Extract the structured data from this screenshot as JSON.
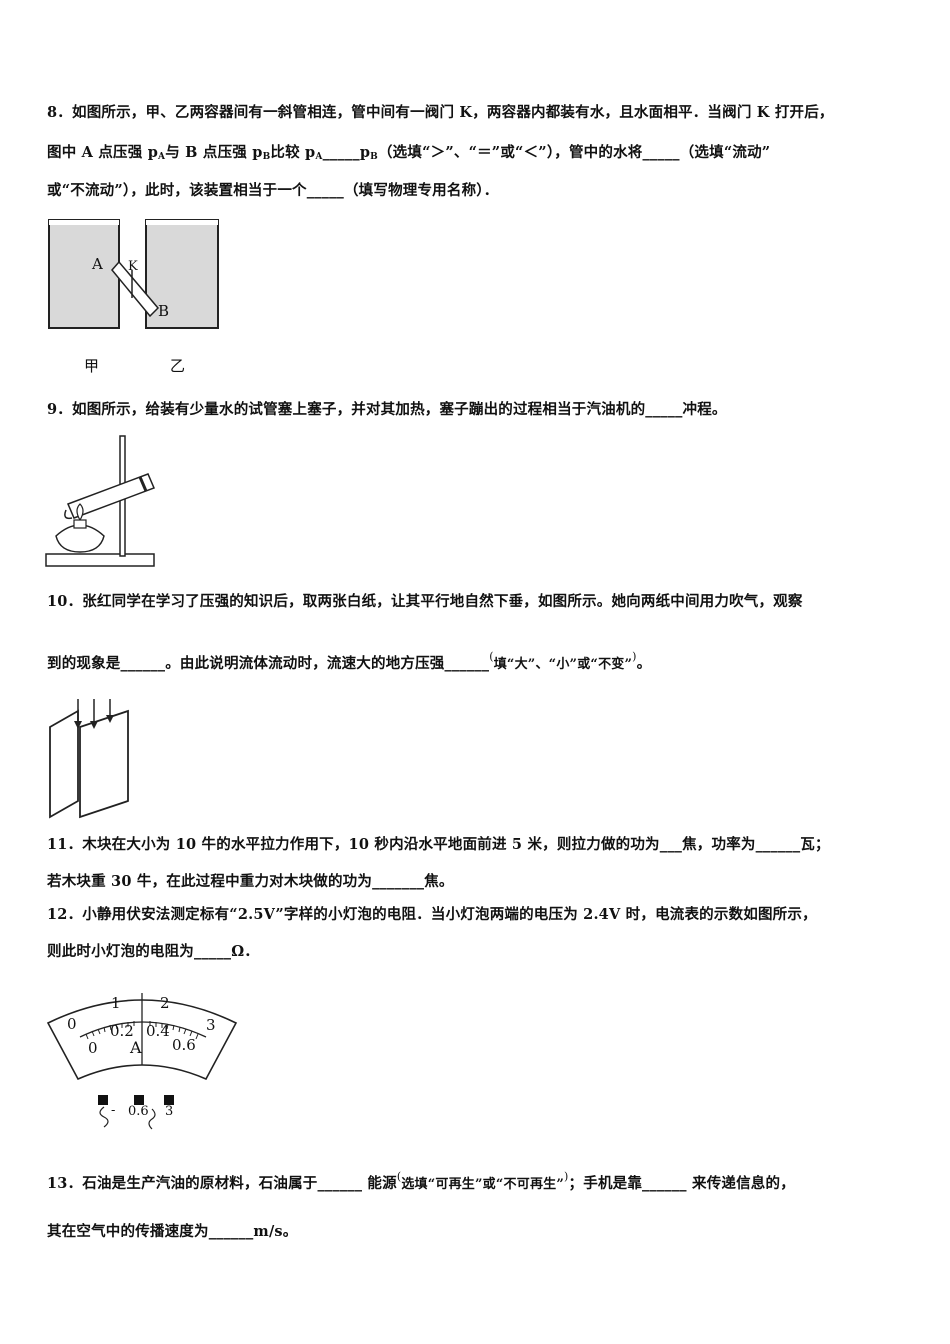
{
  "q8": {
    "line1": "8．如图所示，甲、乙两容器间有一斜管相连，管中间有一阀门 K，两容器内都装有水，且水面相平．当阀门 K 打开后，",
    "line2_a": "图中 A 点压强 p",
    "sub_a": "A",
    "line2_b": "与 B 点压强 p",
    "sub_b": "B",
    "line2_c": "比较 p",
    "line2_d": "_____p",
    "line2_e": "（选填“＞”、“＝”或“＜”），管中的水将_____（选填“流动”",
    "line3": "或“不流动”），此时，该装置相当于一个_____（填写物理专用名称）．",
    "fig_labels": {
      "a": "A",
      "k": "K",
      "b": "B",
      "jia": "甲",
      "yi": "乙"
    }
  },
  "q9": {
    "line1": "9．如图所示，给装有少量水的试管塞上塞子，并对其加热，塞子蹦出的过程相当于汽油机的_____冲程。"
  },
  "q10": {
    "line1": "10．张红同学在学习了压强的知识后，取两张白纸，让其平行地自然下垂，如图所示。她向两纸中间用力吹气，观察",
    "line2_a": "到的现象是______。由此说明流体流动时，流速大的地方压强______",
    "paren_open": "(",
    "hint": "填“大”、“小”或“不变”",
    "paren_close": ")",
    "end": "。"
  },
  "q11": {
    "line1": "11．木块在大小为 10 牛的水平拉力作用下，10 秒内沿水平地面前进 5 米，则拉力做的功为___焦，功率为______瓦；",
    "line2": "若木块重 30 牛，在此过程中重力对木块做的功为_______焦。"
  },
  "q12": {
    "line1": "12．小静用伏安法测定标有“2.5V”字样的小灯泡的电阻．当小灯泡两端的电压为 2.4V 时，电流表的示数如图所示，",
    "line2": "则此时小灯泡的电阻为_____Ω．",
    "meter": {
      "outer_scale": [
        "0",
        "1",
        "2",
        "3"
      ],
      "inner_scale": [
        "0",
        "0.2",
        "0.4",
        "0.6"
      ],
      "unit": "A",
      "terminals": [
        "-",
        "0.6",
        "3"
      ]
    }
  },
  "q13": {
    "line1_a": "13．石油是生产汽油的原材料，石油属于______ 能源",
    "paren_open": "(",
    "hint": "选填“可再生”或“不可再生”",
    "paren_close": ")",
    "line1_b": "；手机是靠______ 来传递信息的，",
    "line2": "其在空气中的传播速度为______m/s。"
  }
}
